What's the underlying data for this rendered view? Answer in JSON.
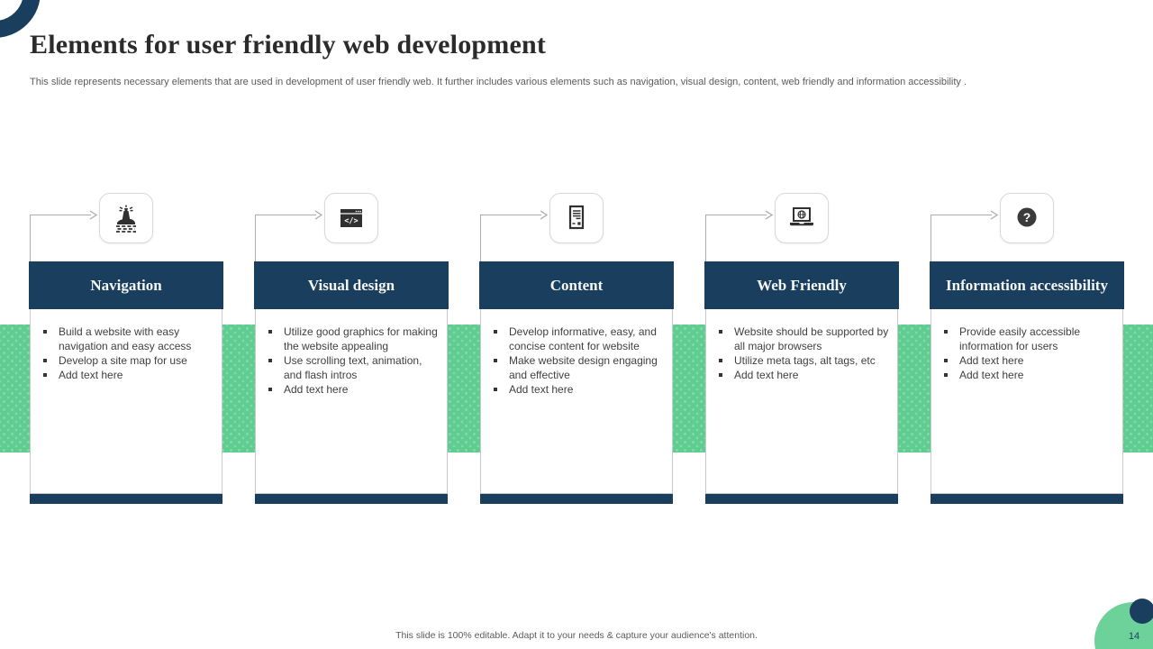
{
  "slide": {
    "title": "Elements for user friendly web development",
    "subtitle": "This slide represents necessary elements that are used in development of user friendly web. It further includes various elements such as navigation, visual design, content, web friendly and information accessibility .",
    "footer": "This slide is 100% editable.  Adapt it to your needs & capture your audience's attention.",
    "page_number": "14"
  },
  "colors": {
    "navy": "#1a3e5e",
    "green_band": "#5fcd90",
    "green_circle": "#6cd29a",
    "icon_dark": "#303030",
    "connector_gray": "#ababab"
  },
  "icons": {
    "card1": "lighthouse-icon",
    "card2": "code-window-icon",
    "card3": "document-icon",
    "card4": "laptop-globe-icon",
    "card5": "question-mark-icon"
  },
  "cards": [
    {
      "title": "Navigation",
      "bullets": [
        "Build a website with easy navigation  and easy access",
        "Develop  a site map for  use",
        "Add text here"
      ]
    },
    {
      "title": "Visual design",
      "bullets": [
        "Utilize good graphics for making the website  appealing",
        "Use scrolling text, animation, and flash intros",
        "Add text here"
      ]
    },
    {
      "title": "Content",
      "bullets": [
        "Develop  informative,  easy, and concise content for  website",
        "Make website  design engaging  and  effective",
        "Add text here"
      ]
    },
    {
      "title": "Web Friendly",
      "bullets": [
        "Website should be  supported by all major  browsers",
        "Utilize meta tags, alt tags, etc",
        "Add text here"
      ]
    },
    {
      "title": "Information accessibility",
      "bullets": [
        "Provide  easily accessible information  for  users",
        "Add text here",
        "Add text here"
      ]
    }
  ]
}
